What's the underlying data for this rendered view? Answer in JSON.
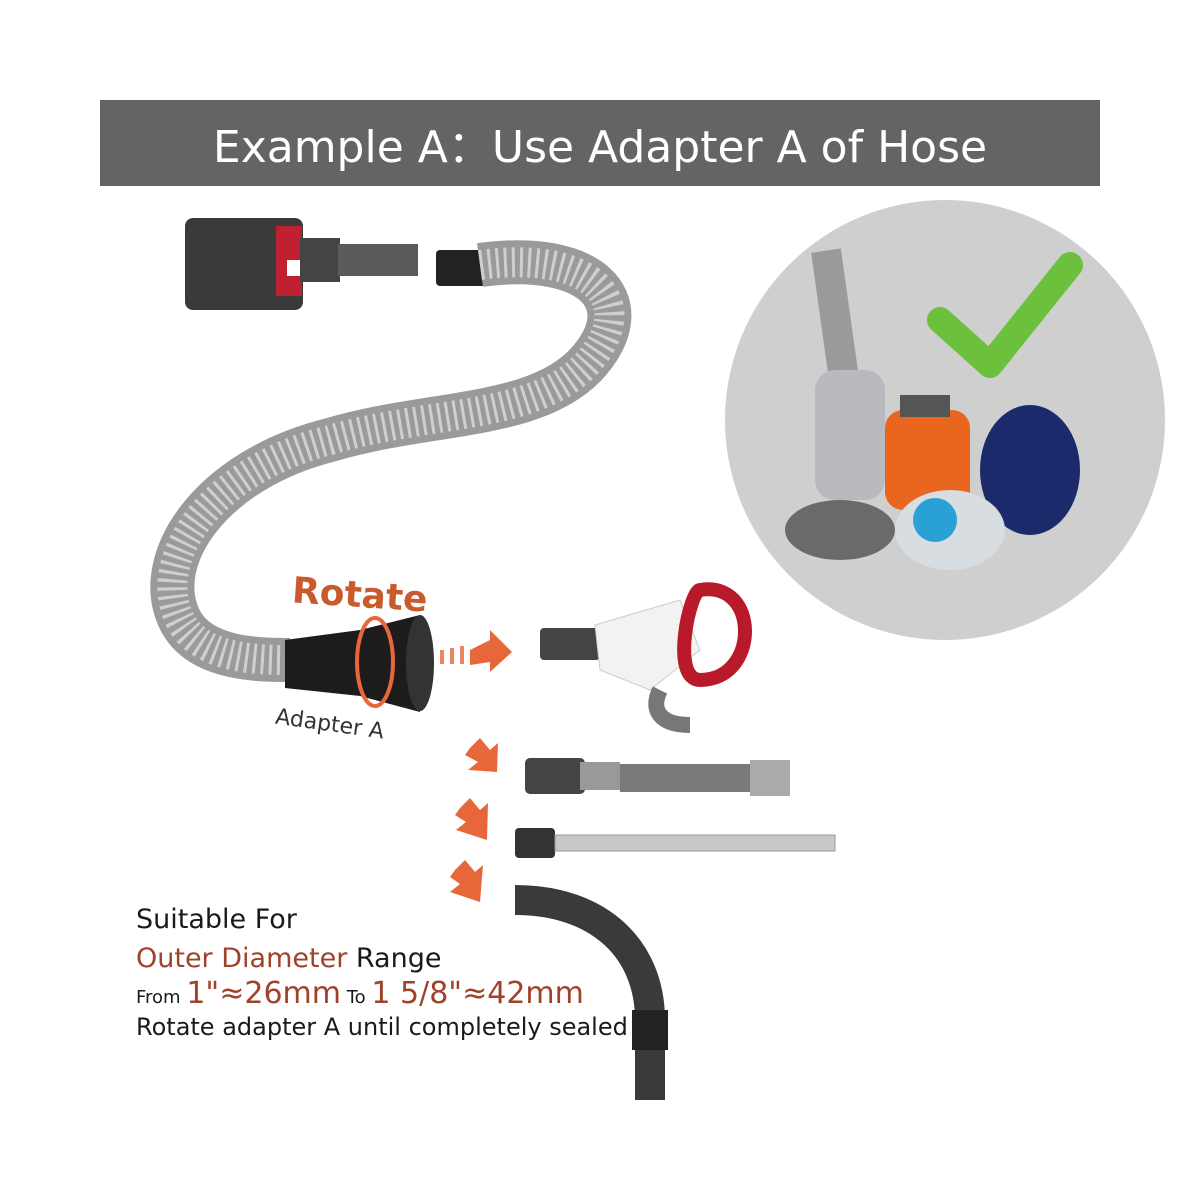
{
  "banner": {
    "title": "Example A：Use Adapter A of Hose"
  },
  "labels": {
    "rotate": "Rotate",
    "adapter": "Adapter A"
  },
  "info": {
    "line1": "Suitable For",
    "line2_accent": "Outer Diameter",
    "line2_rest": " Range",
    "line3_from": "From ",
    "line3_min": "1\"≈26mm",
    "line3_to": " To ",
    "line3_max": "1 5/8\"≈42mm",
    "line4": "Rotate adapter A until completely sealed"
  },
  "colors": {
    "banner": "#646464",
    "accent": "#a0422a",
    "arrow": "#e8673a",
    "check": "#6cc13c",
    "circle": "#cfcfcf"
  }
}
